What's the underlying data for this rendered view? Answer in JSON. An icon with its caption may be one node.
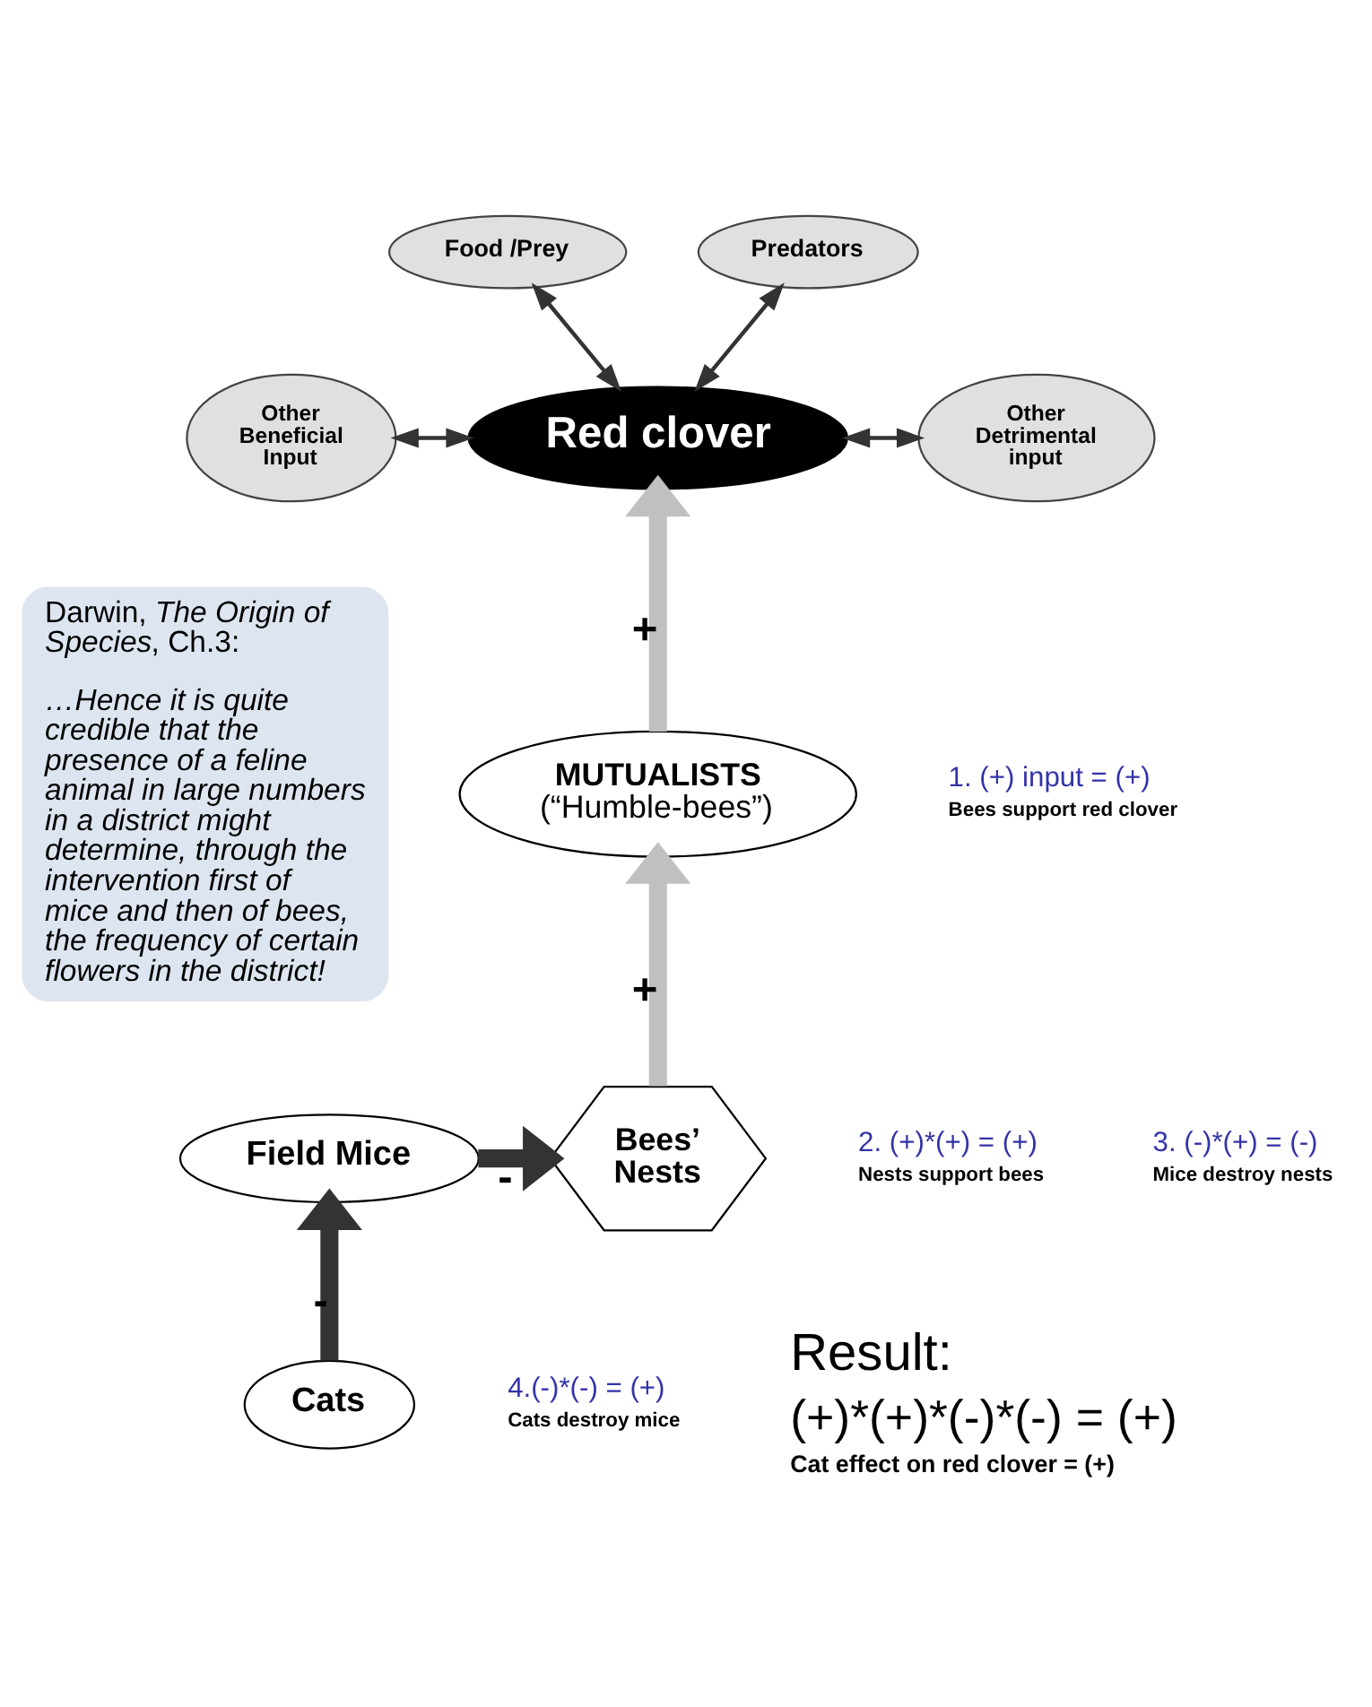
{
  "diagram": {
    "nodes": [
      {
        "text": [
          "Darwin, *The Origin of Species*, Ch.3:",
          "…Hence it is quite credible that the presence of a feline animal in large numbers in a district might determine, through the intervention first of mice and then of bees, the frequency of certain flowers in the district!"
        ]
      },
      {
        "text": [
          "Food /Prey"
        ]
      },
      {
        "text": [
          "Predators"
        ]
      },
      {
        "text": [
          "Other Beneficial Input"
        ]
      },
      {
        "text": [
          "Red clover"
        ]
      },
      {
        "text": [
          "Other Detrimental input"
        ]
      },
      {
        "text": [
          "MUTUALISTS",
          "(“Humble-bees”)"
        ]
      },
      {
        "text": [
          "Bees’ Nests"
        ]
      },
      {
        "text": [
          "Field Mice"
        ]
      },
      {
        "text": [
          "Cats"
        ]
      }
    ],
    "edges": [
      {
        "from": 4,
        "to": 1,
        "arrow": "both"
      },
      {
        "from": 4,
        "to": 2,
        "arrow": "both"
      },
      {
        "from": 3,
        "to": 4,
        "arrow": "both"
      },
      {
        "from": 4,
        "to": 5,
        "arrow": "both"
      },
      {
        "from": 6,
        "to": 4,
        "arrow": "to",
        "label": "+",
        "style": "thick",
        "color": "#c0c0c0"
      },
      {
        "from": 7,
        "to": 6,
        "arrow": "to",
        "label": "+",
        "style": "thick",
        "color": "#c0c0c0"
      },
      {
        "from": 8,
        "to": 7,
        "arrow": "to",
        "label": "-",
        "style": "thick"
      },
      {
        "from": 9,
        "to": 8,
        "arrow": "to",
        "label": "-",
        "style": "thick"
      }
    ],
    "labels": [
      "1. (+) input = (+)",
      "Bees support red clover",
      "2. (+)*(+) = (+)",
      "Nests support bees",
      "3. (-)*(+) = (-)",
      "Mice destroy nests",
      "4.(-)*(-) = (+)",
      "Cats destroy mice",
      "Result:",
      "(+)*(+)*(-)*(-) = (+)",
      "Cat effect on red clover = (+)"
    ]
  }
}
